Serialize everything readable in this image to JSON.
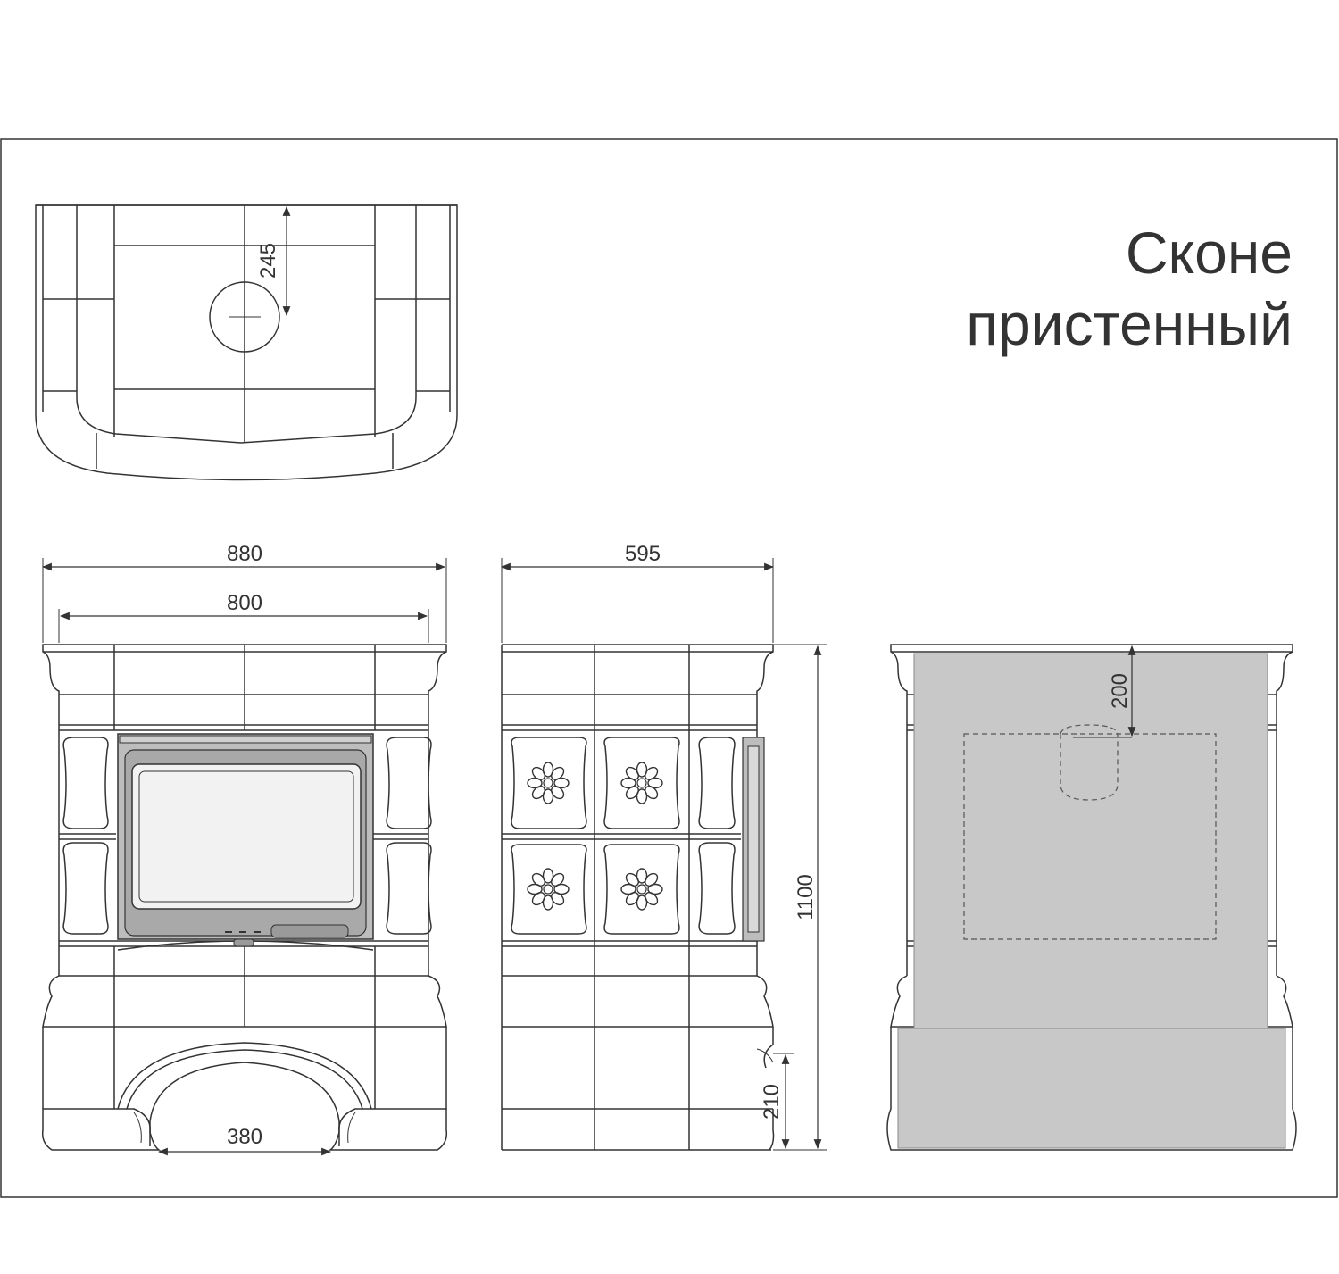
{
  "title": {
    "line1": "Сконе",
    "line2": "пристенный"
  },
  "dimensions": {
    "flue_offset_top": "245",
    "overall_width": "880",
    "body_width": "800",
    "depth": "595",
    "height": "1100",
    "side_vent_height": "210",
    "arch_width": "380",
    "rear_flue_offset": "200"
  },
  "colors": {
    "line": "#333333",
    "back_panel": "#c8c8c8",
    "door_frame": "#bdbdbd",
    "glass": "#f2f2f2"
  }
}
